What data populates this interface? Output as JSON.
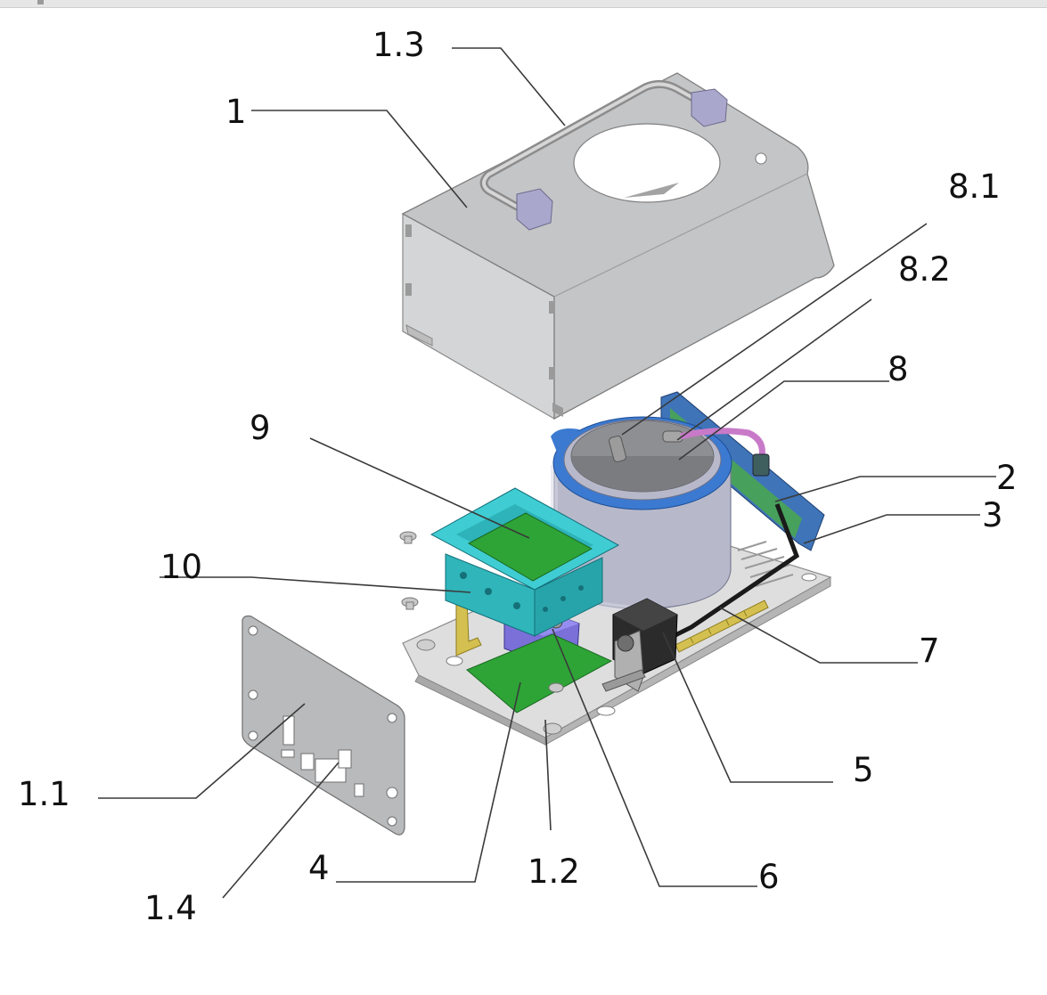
{
  "labels": {
    "l1": "1",
    "l1_1": "1.1",
    "l1_2": "1.2",
    "l1_3": "1.3",
    "l1_4": "1.4",
    "l2": "2",
    "l3": "3",
    "l4": "4",
    "l5": "5",
    "l6": "6",
    "l7": "7",
    "l8": "8",
    "l8_1": "8.1",
    "l8_2": "8.2",
    "l9": "9",
    "l10": "10"
  },
  "colors": {
    "cover": "#c4c5c7",
    "bracket": "#a9a7cc",
    "cyan_part": "#33c3c8",
    "pcb_green": "#2ea437",
    "blue_board": "#3f74b8",
    "purple_block": "#7a70d8",
    "cylinder": "#b7b9cb",
    "cylinder_ring": "#3b7ad0",
    "tube": "#c87ac8",
    "switch_dark": "#2b2b2b",
    "brass": "#d4c050"
  }
}
